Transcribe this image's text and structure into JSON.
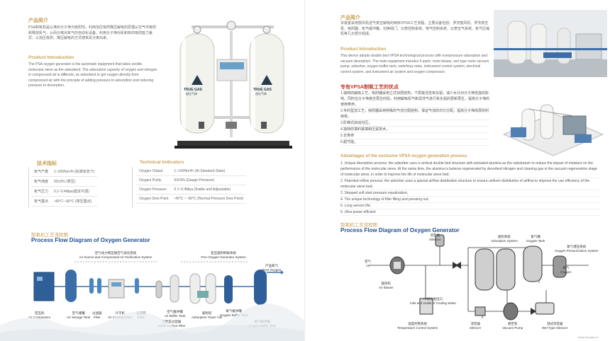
{
  "left_page": {
    "intro": {
      "title_cn": "产品简介",
      "body_cn": "PSA制氧机是以沸石分子筛为吸附剂，利用加压吸附降压解吸的原理从空气中吸附和释放氮气，从而分离出氧气的自动化设备。利用分子筛对氮和氧的吸附能力差异，以加压吸附、降压解吸的方式使氧氮分离出来。",
      "title_en": "Product Introduction",
      "body_en": "The PSA oxygen generator is the automatic equipment that takes zeolite molecular sieve as the adsorbent. The adsorption capacity of oxygen and nitrogen in compressed air is different, as adsorbent to get oxygen directly from compressed air with the principle of adding pressure to adsorption and reducing pressure to desorption."
    },
    "machine_brand": "TRUE GAS",
    "machine_brand_cn": "创仕气体",
    "specs": {
      "title_cn": "技术指标",
      "rows_cn": [
        [
          "氧气产量",
          "1~200Nm³/h (标准状态下)"
        ],
        [
          "氧气纯度",
          "93±3% (表压)"
        ],
        [
          "氧气压力",
          "0.1~0.4Mpa(稳定可调)"
        ],
        [
          "氧气露点",
          "-40°C~-60°C (常压露点)"
        ]
      ],
      "title_en": "Technical Indicators",
      "rows_en": [
        [
          "Oxygen Output",
          "1~100Nm³/h (At Standard State)"
        ],
        [
          "Oxygen Purity",
          "93±3% (Gauge Pressure)"
        ],
        [
          "Oxygen Pressure",
          "0.1~0.4Mpa (Stable and Adjustable)"
        ],
        [
          "Oxygen Dew Point",
          "-40°C ~ -60°C (Normal Pressure Dew Point)"
        ]
      ]
    },
    "flow": {
      "title_cn": "制氧机工艺流程图",
      "title_en": "Process Flow Diagram of Oxygen Generator",
      "section_air_cn": "空气动力和压缩空气净化系统",
      "section_air_en": "Air Source and Compressed Air Purification System",
      "section_psa_cn": "变压吸附制氧系统",
      "section_psa_en": "PSA Oxygen Generator System",
      "out_cn": "产品氧气",
      "out_en": "Pure Oxygen",
      "labels": [
        {
          "cn": "空压机",
          "en": "Air Compressor"
        },
        {
          "cn": "空气储罐",
          "en": "Air Storage Tank"
        },
        {
          "cn": "过滤器",
          "en": "Filter"
        },
        {
          "cn": "冷干机",
          "en": "Air Cooling Dryer"
        },
        {
          "cn": "过滤器",
          "en": "Filter"
        },
        {
          "cn": "活性炭过滤器",
          "en": "Active Carbon Filter"
        },
        {
          "cn": "空气缓冲罐",
          "en": "Air Buffer Tank"
        },
        {
          "cn": "吸附塔",
          "en": "Adsorption Tower A/B"
        },
        {
          "cn": "氧气缓冲罐",
          "en": "Oxygen Buffer Tank"
        },
        {
          "cn": "氧气缓冲罐",
          "en": "Oxygen Buffer Tank"
        }
      ]
    }
  },
  "right_page": {
    "intro": {
      "title_cn": "产品简介",
      "body_cn": "本装置采用鼓风机送气真空解吸的两床VPSA工艺流程，主要设备包括：罗茨鼓风机、罗茨真空泵、吸附器、氧气缓冲罐、切换阀门、仪表控制系统、电气控制系统、仪表空气系统、氧气压缩机等几大部分组成。",
      "title_en": "Product Introduction",
      "body_en": "This device adopts double bed VPSA technological process with overpressure adsorption and vacuum desorption. The main equipment includes 9 parts: roots blower, wet type roots vacuum pump, adsorber, oxygen buffer tank, switching valve, instrument control system, electrical control system, and instrument air system and oxygen compressor."
    },
    "advantages": {
      "title_cn": "专有VPSA制氧工艺的优点",
      "items_cn": [
        "1.独特的解吸工艺，吸附器采用立式双层结构，下层装活性氧化铝，减少水分对分子筛性能的影响，同时在分子筛真空再生时段，利用解吸氮气和清洗气进行氧化铝的更新再生，提高分子筛的使用寿命。",
        "2.专利型流工艺，吸附器采用特殊的气流分配结构，保证气流的均匀分配，提高分子筛床层的利用率。",
        "3.阶梯式启动均压；",
        "4.独特的填料装填和压紧技术。",
        "5.长寿命",
        "6.超节能。"
      ],
      "title_en": "Advantages of the exclusive VPSA oxygen generation process",
      "items_en": [
        "1. Unique desorption process: the adsorber uses a vertical double bed structure with activated alumina as the substratum to reduce the impact of moisture on the performance of the molecular sieve. At the same time, the alumina is lasterss regenerated by desorbed nitrogen and cleaning gas in the vacuum regeneration stage of molecular sieve, in order to improve the life of molecular sieve bed;",
        "2. Patented reflow process: the adsorber uses a special airflow distribution structure to ensure uniform distribution of airflow to improve the use efficiency of the molecular sieve bed;",
        "3. Stepped soft start pressure equalization;",
        "4. The unique technology of filler filling and pressing out;",
        "5. Long service life;",
        "6. Ultra power efficient"
      ]
    },
    "flow": {
      "title_cn": "制氧机工艺流程图",
      "title_en": "Process Flow Diagram of Oxygen Generator",
      "labels": {
        "silencer_top_cn": "消音器",
        "silencer_top_en": "Silencer",
        "adsorption_cn": "吸附系统",
        "adsorption_en": "Adsorption System",
        "oxygen_tank_cn": "氧气罐",
        "oxygen_tank_en": "Oxygen Tank",
        "pressurization_cn": "氧气增压系统",
        "pressurization_en": "Oxygen Pressurization System",
        "air_cn": "空气",
        "air_en": "Air",
        "blower_cn": "鼓风机",
        "blower_en": "Air Blower",
        "cooling_cn": "冷却水进出口",
        "cooling_en": "Inlet and Outlet of Cooling Water",
        "oxygen_cn": "氧气",
        "oxygen_en": "Oxygen",
        "temp_cn": "温度控制系统",
        "temp_en": "Temperature Control System",
        "silencer_bottom_cn": "消音器",
        "silencer_bottom_en": "Silencer",
        "vacuum_cn": "真空泵",
        "vacuum_en": "Vacuum Pump",
        "wet_silencer_cn": "湿式消音器",
        "wet_silencer_en": "Wet Type Silencer"
      }
    },
    "footer": "www.truegas.cn"
  }
}
